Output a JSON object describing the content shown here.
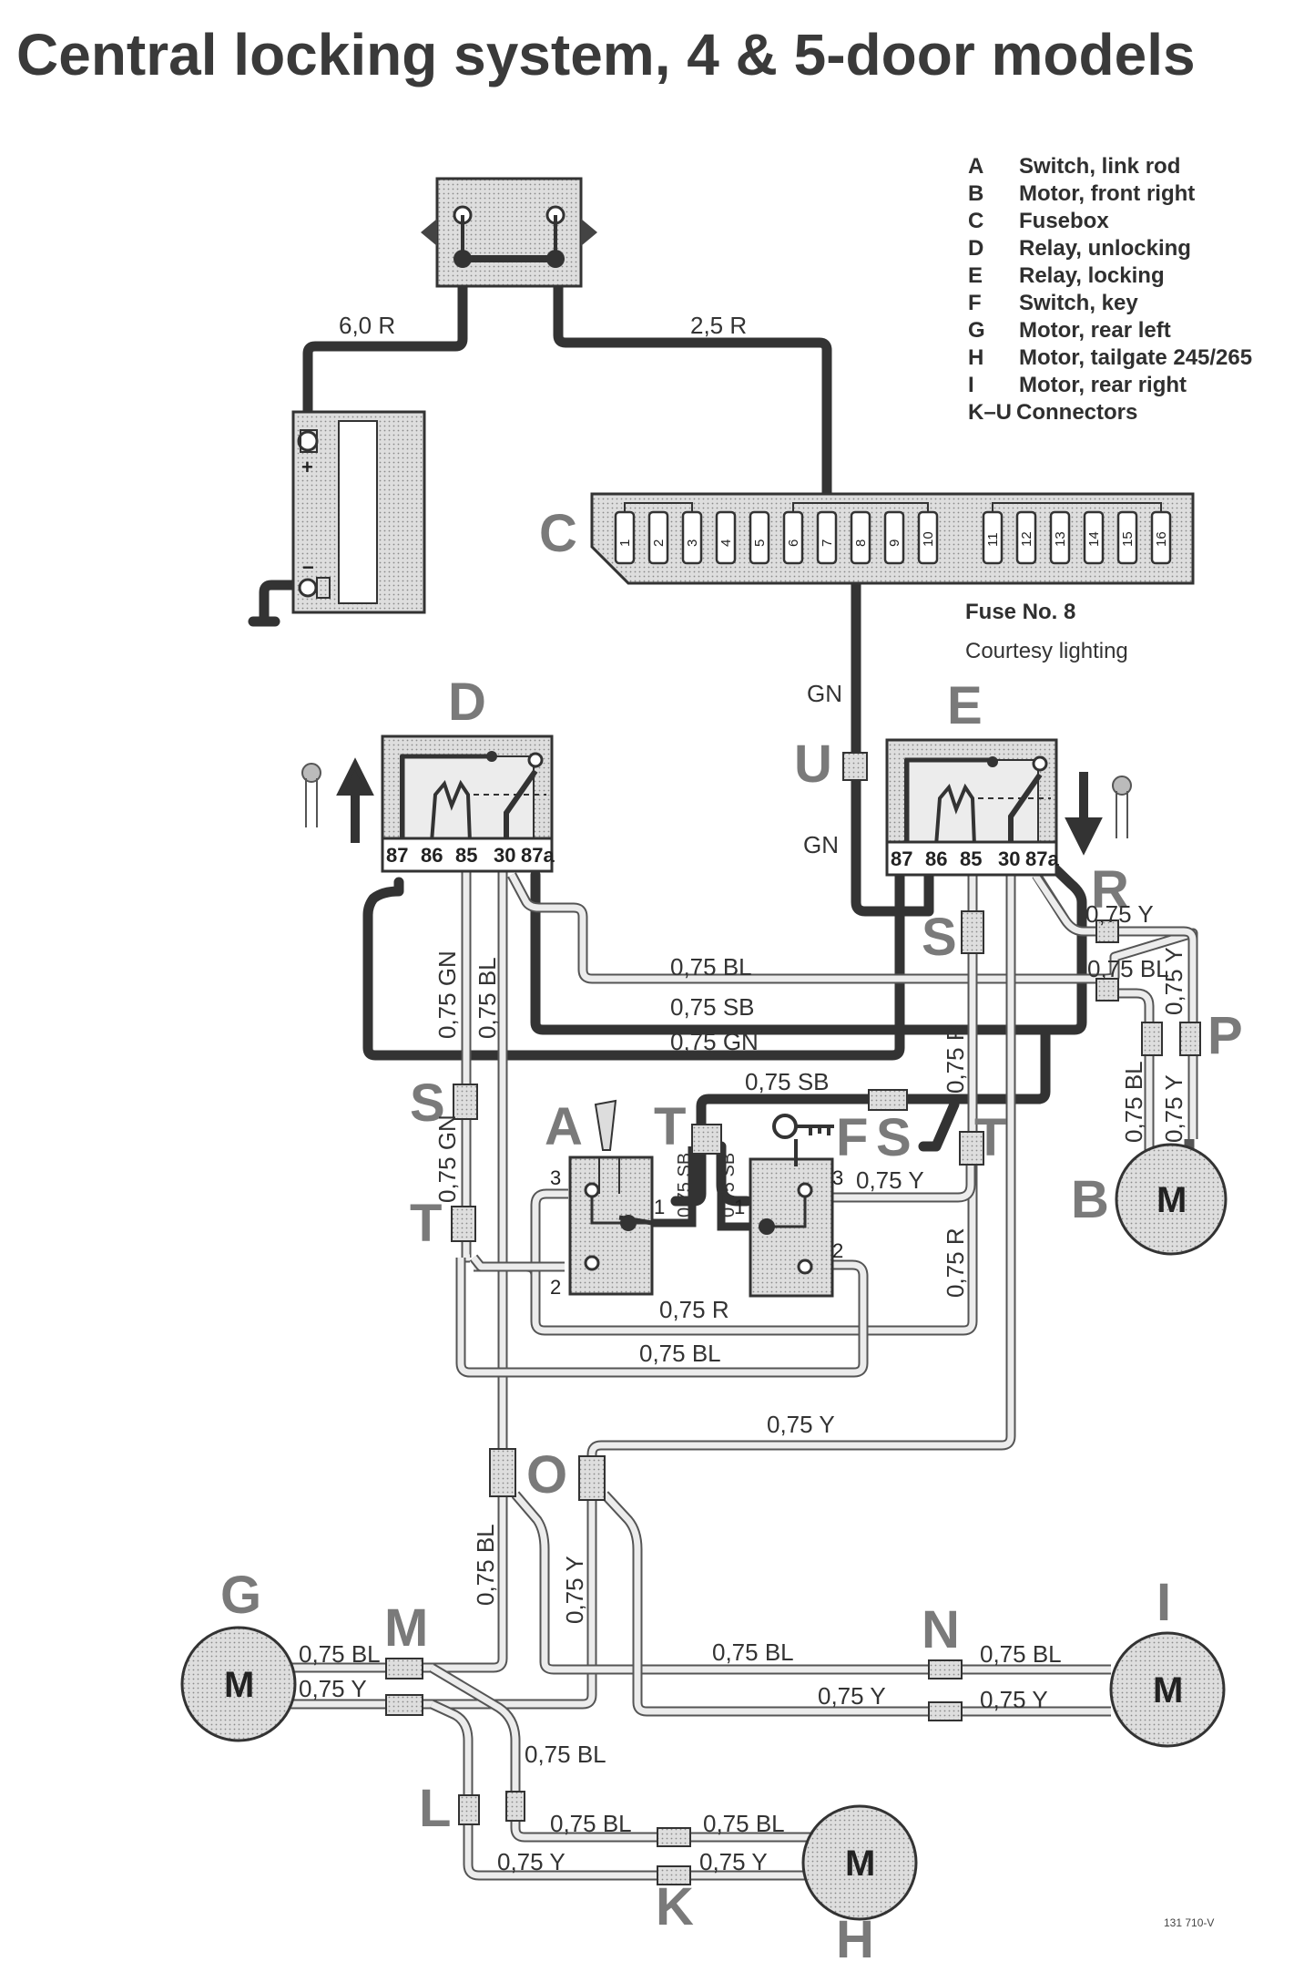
{
  "title": "Central locking system, 4 & 5-door models",
  "legend": [
    {
      "key": "A",
      "text": "Switch, link rod"
    },
    {
      "key": "B",
      "text": "Motor, front right"
    },
    {
      "key": "C",
      "text": "Fusebox"
    },
    {
      "key": "D",
      "text": "Relay, unlocking"
    },
    {
      "key": "E",
      "text": "Relay, locking"
    },
    {
      "key": "F",
      "text": "Switch, key"
    },
    {
      "key": "G",
      "text": "Motor, rear left"
    },
    {
      "key": "H",
      "text": "Motor, tailgate 245/265"
    },
    {
      "key": "I",
      "text": "Motor, rear right"
    },
    {
      "key": "K–U",
      "text": "Connectors"
    }
  ],
  "fuse_note": {
    "label": "Fuse No. 8",
    "text": "Courtesy lighting"
  },
  "fuse_numbers": [
    "1",
    "2",
    "3",
    "4",
    "5",
    "6",
    "7",
    "8",
    "9",
    "10",
    "11",
    "12",
    "13",
    "14",
    "15",
    "16"
  ],
  "component_letters": {
    "A": "A",
    "B": "B",
    "C": "C",
    "D": "D",
    "E": "E",
    "F": "F",
    "G": "G",
    "H": "H",
    "I": "I",
    "K": "K",
    "L": "L",
    "M": "M",
    "N": "N",
    "O": "O",
    "P": "P",
    "R": "R",
    "S1": "S",
    "S2": "S",
    "S3": "S",
    "T1": "T",
    "T2": "T",
    "T3": "T",
    "U": "U"
  },
  "relay_pins": [
    "87",
    "86",
    "85",
    "30",
    "87a"
  ],
  "switch_pins": {
    "p1": "1",
    "p2": "2",
    "p3": "3"
  },
  "motor_label": "M",
  "battery": {
    "plus": "+",
    "minus": "−"
  },
  "wire_labels": {
    "w60R": "6,0 R",
    "w25R": "2,5 R",
    "gn1": "GN",
    "gn2": "GN",
    "bl_top": "0,75 BL",
    "sb_top": "0,75 SB",
    "gn_top": "0,75 GN",
    "gn_vert": "0,75 GN",
    "bl_vert": "0,75 BL",
    "y_r": "0,75 Y",
    "bl_r": "0,75 BL",
    "y_p": "0,75 Y",
    "bl_p": "0,75 BL",
    "r_e": "0,75 R",
    "sb_mid": "0,75 SB",
    "sb_a": "0,75 SB",
    "sb_f": "0,75 SB",
    "y_f": "0,75 Y",
    "gn_t": "0,75 GN",
    "r_low": "0,75 R",
    "r_vert": "0,75 R",
    "bl_low": "0,75 BL",
    "y_o": "0,75 Y",
    "bl_o": "0,75 BL",
    "y_ov": "0,75 Y",
    "bl_g": "0,75 BL",
    "y_g": "0,75 Y",
    "bl_mid": "0,75 BL",
    "y_mid": "0,75 Y",
    "bl_n": "0,75 BL",
    "y_n": "0,75 Y",
    "bl_l": "0,75 BL",
    "bl_k": "0,75 BL",
    "bl_k2": "0,75 BL",
    "y_k": "0,75 Y",
    "y_k2": "0,75 Y"
  },
  "reference_code": "131 710-V"
}
